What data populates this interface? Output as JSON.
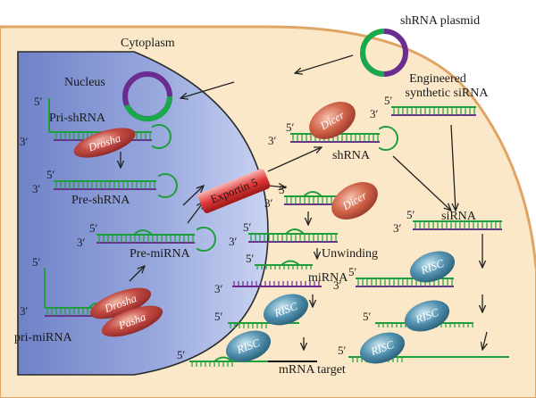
{
  "labels": {
    "shrna_plasmid": "shRNA plasmid",
    "cytoplasm": "Cytoplasm",
    "nucleus": "Nucleus",
    "engineered_line1": "Engineered",
    "engineered_line2": "synthetic siRNA",
    "pri_shrna": "Pri-shRNA",
    "pre_shrna": "Pre-shRNA",
    "pre_mirna": "Pre-miRNA",
    "pri_mirna": "pri-miRNA",
    "shrna": "shRNA",
    "sirna": "siRNA",
    "unwinding": "Unwinding",
    "mirna": "miRNA",
    "mrna_target": "mRNA target"
  },
  "enzymes": {
    "drosha_top": "Drosha",
    "drosha_bottom": "Drosha",
    "pasha": "Pasha",
    "exportin": "Exportin 5",
    "dicer_top": "Dicer",
    "dicer_mid": "Dicer",
    "risc_1": "RISC",
    "risc_2": "RISC",
    "risc_3": "RISC",
    "risc_4": "RISC",
    "risc_5": "RISC"
  },
  "ends": {
    "five_prime": "5′",
    "three_prime": "3′"
  },
  "colors": {
    "cytoplasm": "#fbe8c9",
    "cytoplasm_border": "#e0a564",
    "nucleus_light": "#c7d1ef",
    "nucleus_dark": "#6d7fc5",
    "rna_green": "#1e9e3a",
    "rna_purple": "#6a2c91",
    "drosha": "#b8433f",
    "dicer": "#c85a3e",
    "exportin": "#d7263d",
    "risc": "#3f7f9c",
    "plasmid_purple": "#6a2c91",
    "plasmid_green": "#19a94a"
  }
}
